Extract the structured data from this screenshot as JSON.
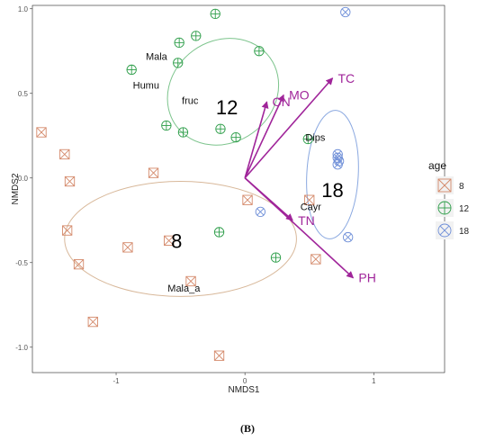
{
  "chart_data": {
    "type": "scatter",
    "xlabel": "NMDS1",
    "ylabel": "NMDS2",
    "xlim": [
      -1.65,
      1.55
    ],
    "ylim": [
      -1.15,
      1.02
    ],
    "x_ticks": [
      -1,
      0,
      1
    ],
    "y_ticks": [
      -1.0,
      -0.5,
      0.0,
      0.5,
      1.0
    ],
    "grid": false,
    "legend": {
      "title": "age",
      "position": "right",
      "entries": [
        "8",
        "12",
        "18"
      ]
    },
    "colors": {
      "8": "#d4896a",
      "12": "#2e9e4a",
      "18": "#6f8fd8",
      "vector": "#a0259a",
      "ellipse_8": "#d8b89a",
      "ellipse_12": "#7cc48c",
      "ellipse_18": "#8aa8e0"
    },
    "series": [
      {
        "name": "8",
        "marker": "boxed-x",
        "points": [
          [
            -1.58,
            0.27
          ],
          [
            -1.4,
            0.14
          ],
          [
            -1.36,
            -0.02
          ],
          [
            -1.38,
            -0.31
          ],
          [
            -1.29,
            -0.51
          ],
          [
            -1.18,
            -0.85
          ],
          [
            -0.91,
            -0.41
          ],
          [
            -0.71,
            0.03
          ],
          [
            -0.59,
            -0.37
          ],
          [
            -0.42,
            -0.61
          ],
          [
            -0.2,
            -1.05
          ],
          [
            0.02,
            -0.13
          ],
          [
            0.5,
            -0.13
          ],
          [
            0.55,
            -0.48
          ]
        ]
      },
      {
        "name": "12",
        "marker": "circled-plus",
        "points": [
          [
            -0.88,
            0.64
          ],
          [
            -0.52,
            0.68
          ],
          [
            -0.51,
            0.8
          ],
          [
            -0.38,
            0.84
          ],
          [
            -0.23,
            0.97
          ],
          [
            -0.48,
            0.27
          ],
          [
            -0.61,
            0.31
          ],
          [
            -0.19,
            0.29
          ],
          [
            -0.07,
            0.24
          ],
          [
            0.11,
            0.75
          ],
          [
            0.49,
            0.23
          ],
          [
            0.24,
            -0.47
          ],
          [
            -0.2,
            -0.32
          ]
        ]
      },
      {
        "name": "18",
        "marker": "circled-x",
        "points": [
          [
            0.78,
            0.98
          ],
          [
            0.72,
            0.14
          ],
          [
            0.72,
            0.12
          ],
          [
            0.73,
            0.1
          ],
          [
            0.72,
            0.08
          ],
          [
            0.8,
            -0.35
          ],
          [
            0.12,
            -0.2
          ]
        ]
      }
    ],
    "ellipses": [
      {
        "group": "8",
        "center": [
          -0.5,
          -0.36
        ],
        "rx": 0.9,
        "ry": 0.34
      },
      {
        "group": "12",
        "center": [
          -0.17,
          0.51
        ],
        "rx": 0.45,
        "ry": 0.3,
        "angle": -36
      },
      {
        "group": "18",
        "center": [
          0.68,
          0.02
        ],
        "rx": 0.2,
        "ry": 0.38,
        "angle": 3
      }
    ],
    "centroid_labels": [
      {
        "text": "8",
        "x": -0.53,
        "y": -0.37
      },
      {
        "text": "12",
        "x": -0.14,
        "y": 0.42
      },
      {
        "text": "18",
        "x": 0.68,
        "y": -0.07
      }
    ],
    "species_labels": [
      {
        "text": "Mala",
        "x": -0.77,
        "y": 0.72
      },
      {
        "text": "Humu",
        "x": -0.87,
        "y": 0.55
      },
      {
        "text": "fruc",
        "x": -0.49,
        "y": 0.46
      },
      {
        "text": "Dips",
        "x": 0.47,
        "y": 0.24
      },
      {
        "text": "Cayr",
        "x": 0.43,
        "y": -0.17
      },
      {
        "text": "Mala_a",
        "x": -0.6,
        "y": -0.65
      }
    ],
    "env_vectors": [
      {
        "label": "CN",
        "x": 0.17,
        "y": 0.45
      },
      {
        "label": "MO",
        "x": 0.3,
        "y": 0.49
      },
      {
        "label": "TC",
        "x": 0.68,
        "y": 0.59
      },
      {
        "label": "TN",
        "x": 0.37,
        "y": -0.25
      },
      {
        "label": "PH",
        "x": 0.84,
        "y": -0.59
      }
    ],
    "vector_origin": [
      0.0,
      0.0
    ]
  },
  "caption": "(B)"
}
